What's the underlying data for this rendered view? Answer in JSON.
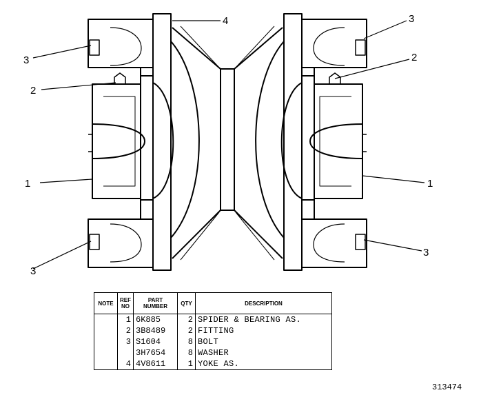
{
  "callouts": {
    "c1_left": "1",
    "c1_right": "1",
    "c2_left": "2",
    "c2_right": "2",
    "c3_top_left": "3",
    "c3_top_right": "3",
    "c3_bottom_left": "3",
    "c3_bottom_right": "3",
    "c4": "4"
  },
  "table": {
    "headers": {
      "note": "NOTE",
      "ref": [
        "REF",
        "NO"
      ],
      "part": [
        "PART",
        "NUMBER"
      ],
      "qty": "QTY",
      "description": "DESCRIPTION"
    },
    "rows": [
      {
        "note": "",
        "ref": "1",
        "part": "6K885",
        "qty": "2",
        "desc": "SPIDER & BEARING AS."
      },
      {
        "note": "",
        "ref": "2",
        "part": "3B8489",
        "qty": "2",
        "desc": "FITTING"
      },
      {
        "note": "",
        "ref": "3",
        "part": "S1604",
        "qty": "8",
        "desc": "BOLT"
      },
      {
        "note": "",
        "ref": "",
        "part": "3H7654",
        "qty": "8",
        "desc": "WASHER"
      },
      {
        "note": "",
        "ref": "4",
        "part": "4V8611",
        "qty": "1",
        "desc": "YOKE AS."
      }
    ]
  },
  "figure_id": "313474"
}
